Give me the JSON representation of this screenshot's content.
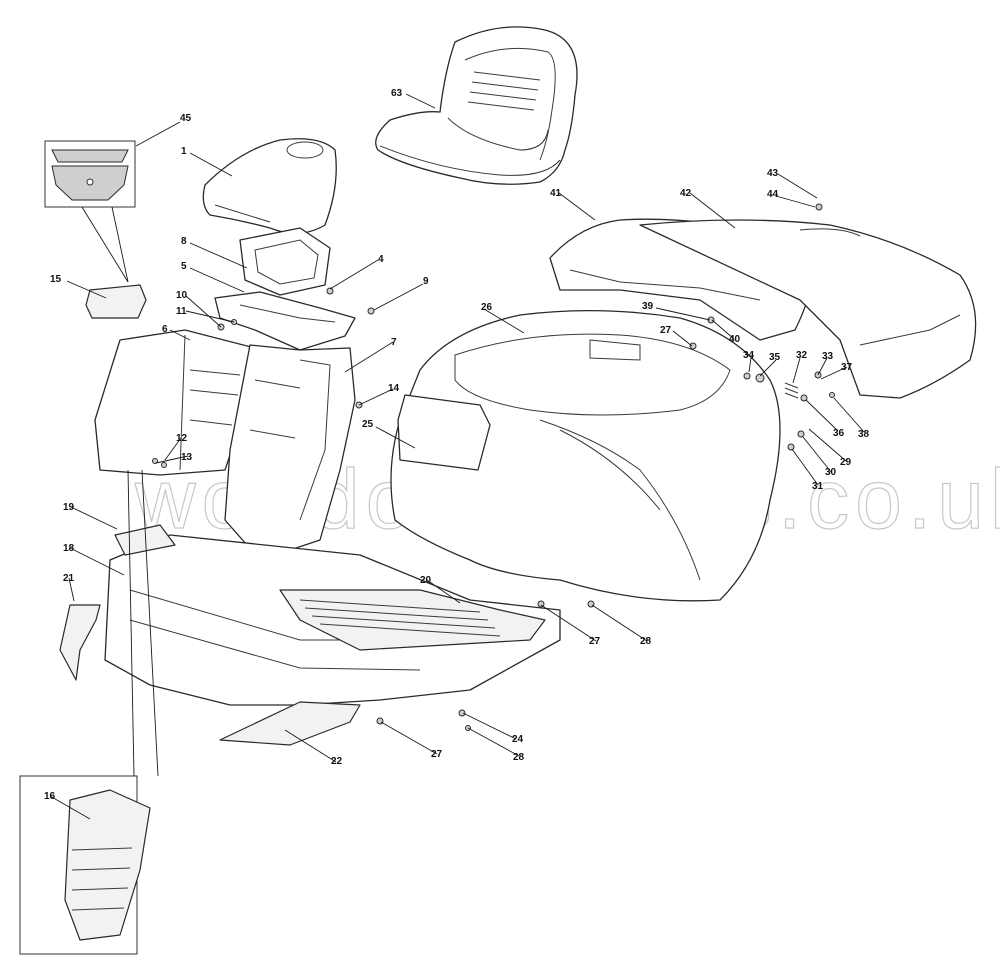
{
  "watermark": "worldofmowers.co.uk",
  "callouts": [
    {
      "id": "63",
      "label": "63"
    },
    {
      "id": "45",
      "label": "45"
    },
    {
      "id": "1",
      "label": "1"
    },
    {
      "id": "8",
      "label": "8"
    },
    {
      "id": "5",
      "label": "5"
    },
    {
      "id": "4",
      "label": "4"
    },
    {
      "id": "9",
      "label": "9"
    },
    {
      "id": "15",
      "label": "15"
    },
    {
      "id": "10",
      "label": "10"
    },
    {
      "id": "11",
      "label": "11"
    },
    {
      "id": "6",
      "label": "6"
    },
    {
      "id": "7",
      "label": "7"
    },
    {
      "id": "14",
      "label": "14"
    },
    {
      "id": "25",
      "label": "25"
    },
    {
      "id": "26",
      "label": "26"
    },
    {
      "id": "27a",
      "label": "27"
    },
    {
      "id": "39",
      "label": "39"
    },
    {
      "id": "40",
      "label": "40"
    },
    {
      "id": "41",
      "label": "41"
    },
    {
      "id": "42",
      "label": "42"
    },
    {
      "id": "43",
      "label": "43"
    },
    {
      "id": "44",
      "label": "44"
    },
    {
      "id": "34",
      "label": "34"
    },
    {
      "id": "35",
      "label": "35"
    },
    {
      "id": "32",
      "label": "32"
    },
    {
      "id": "33",
      "label": "33"
    },
    {
      "id": "37",
      "label": "37"
    },
    {
      "id": "36",
      "label": "36"
    },
    {
      "id": "38",
      "label": "38"
    },
    {
      "id": "29",
      "label": "29"
    },
    {
      "id": "30",
      "label": "30"
    },
    {
      "id": "31",
      "label": "31"
    },
    {
      "id": "12",
      "label": "12"
    },
    {
      "id": "13",
      "label": "13"
    },
    {
      "id": "19",
      "label": "19"
    },
    {
      "id": "18",
      "label": "18"
    },
    {
      "id": "21",
      "label": "21"
    },
    {
      "id": "20",
      "label": "20"
    },
    {
      "id": "27b",
      "label": "27"
    },
    {
      "id": "28a",
      "label": "28"
    },
    {
      "id": "22",
      "label": "22"
    },
    {
      "id": "27c",
      "label": "27"
    },
    {
      "id": "24",
      "label": "24"
    },
    {
      "id": "28b",
      "label": "28"
    },
    {
      "id": "16",
      "label": "16"
    }
  ]
}
